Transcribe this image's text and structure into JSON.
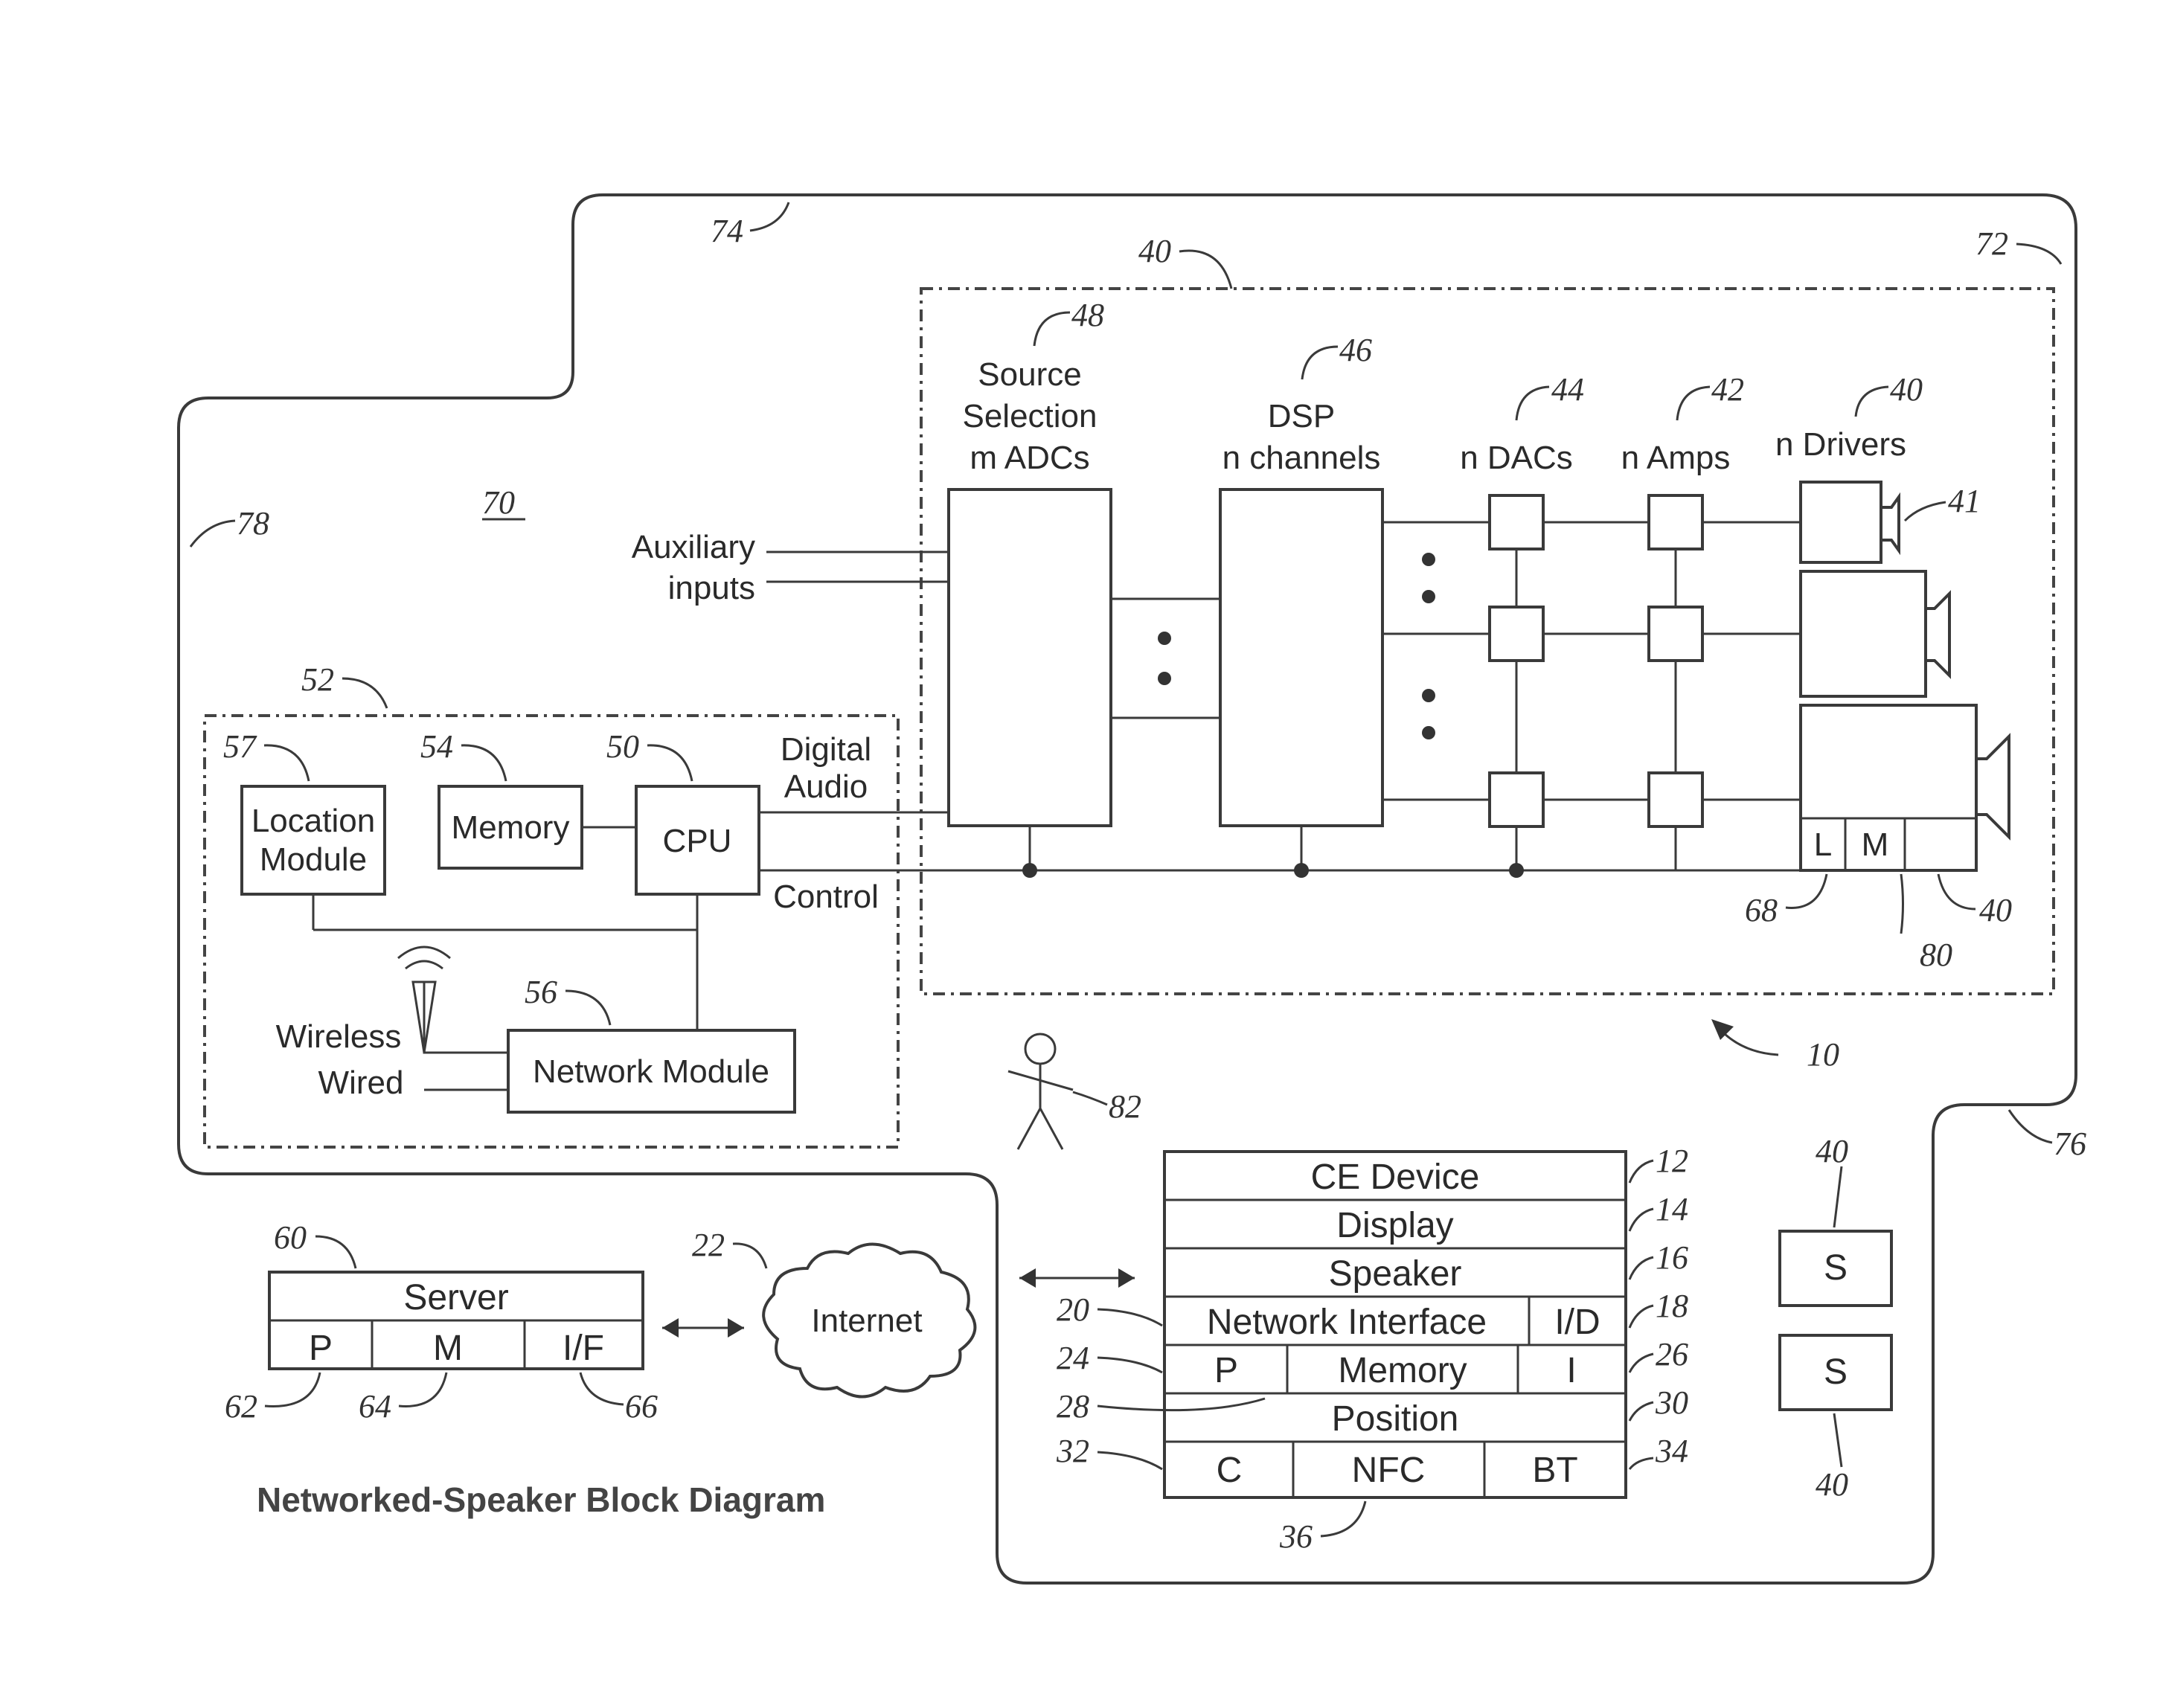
{
  "diagram_title": "Networked-Speaker Block Diagram",
  "speaker_system": {
    "source_selection": {
      "line1": "Source",
      "line2": "Selection",
      "line3": "m ADCs"
    },
    "dsp": {
      "line1": "DSP",
      "line2": "n channels"
    },
    "dacs": "n DACs",
    "amps": "n Amps",
    "drivers": "n Drivers",
    "aux_inputs": {
      "line1": "Auxiliary",
      "line2": "inputs"
    },
    "digital_audio": {
      "line1": "Digital",
      "line2": "Audio"
    },
    "control": "Control",
    "location_sensor": "L",
    "mic_sensor": "M"
  },
  "control_module": {
    "location_module": {
      "line1": "Location",
      "line2": "Module"
    },
    "memory": "Memory",
    "cpu": "CPU",
    "network_module": "Network Module",
    "wireless": "Wireless",
    "wired": "Wired"
  },
  "server": {
    "title": "Server",
    "p": "P",
    "m": "M",
    "if": "I/F"
  },
  "internet": "Internet",
  "ce_device": {
    "title": "CE Device",
    "display": "Display",
    "speaker": "Speaker",
    "network_interface": "Network Interface",
    "io": "I/D",
    "p": "P",
    "memory": "Memory",
    "i": "I",
    "position": "Position",
    "c": "C",
    "nfc": "NFC",
    "bt": "BT"
  },
  "s_speaker": "S",
  "refs": {
    "r10": "10",
    "r12": "12",
    "r14": "14",
    "r16": "16",
    "r18": "18",
    "r20": "20",
    "r22": "22",
    "r24": "24",
    "r26": "26",
    "r28": "28",
    "r30": "30",
    "r32": "32",
    "r34": "34",
    "r36": "36",
    "r40": "40",
    "r41": "41",
    "r42": "42",
    "r44": "44",
    "r46": "46",
    "r48": "48",
    "r50": "50",
    "r52": "52",
    "r54": "54",
    "r56": "56",
    "r57": "57",
    "r60": "60",
    "r62": "62",
    "r64": "64",
    "r66": "66",
    "r68": "68",
    "r70": "70",
    "r72": "72",
    "r74": "74",
    "r76": "76",
    "r78": "78",
    "r80": "80",
    "r82": "82"
  }
}
